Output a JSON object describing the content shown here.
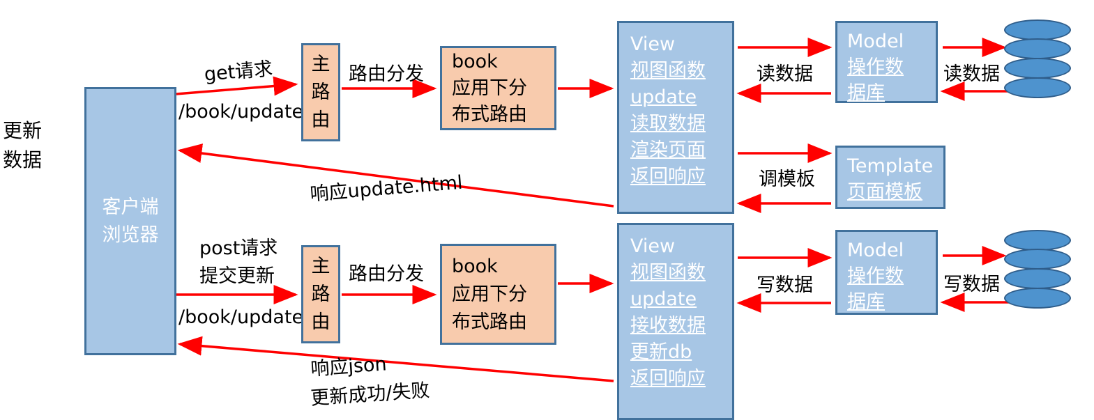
{
  "diagram": {
    "title_free_text": "更新数据",
    "colors": {
      "box_blue_fill": "#A7C6E5",
      "box_orange_fill": "#F8CBAD",
      "box_border": "#41719C",
      "arrow_red": "#FF0000",
      "db_fill": "#4E93CE",
      "db_border": "#2F5D8A",
      "white_text": "#FFFFFF",
      "black_text": "#000000"
    },
    "left_note": {
      "line1": "更新",
      "line2": "数据"
    },
    "client": {
      "line1": "客户端",
      "line2": "浏览器"
    },
    "top_flow": {
      "request_label": "get请求",
      "request_path": "/book/update",
      "router": {
        "line1": "主",
        "line2": "路",
        "line3": "由"
      },
      "dispatch_label": "路由分发",
      "app": {
        "line1": "book",
        "line2": "应用下分",
        "line3": "布式路由"
      },
      "view": {
        "line1": "View",
        "line2": "视图函数",
        "line3": "update",
        "line4": "读取数据",
        "line5": "渲染页面",
        "line6": "返回响应"
      },
      "model_label": "读数据",
      "model": {
        "line1": "Model",
        "line2": "操作数",
        "line3": "据库"
      },
      "db_label": "读数据",
      "template_label": "调模板",
      "template": {
        "line1": "Template",
        "line2": "页面模板"
      },
      "response_label": "响应update.html"
    },
    "bottom_flow": {
      "request_label_1": "post请求",
      "request_label_2": "提交更新",
      "request_path": "/book/update",
      "router": {
        "line1": "主",
        "line2": "路",
        "line3": "由"
      },
      "dispatch_label": "路由分发",
      "app": {
        "line1": "book",
        "line2": "应用下分",
        "line3": "布式路由"
      },
      "view": {
        "line1": "View",
        "line2": "视图函数",
        "line3": "update",
        "line4": "接收数据",
        "line5": "更新db",
        "line6": "返回响应"
      },
      "model_label": "写数据",
      "model": {
        "line1": "Model",
        "line2": "操作数",
        "line3": "据库"
      },
      "db_label": "写数据",
      "response_label_1": "响应json",
      "response_label_2": "更新成功/失败"
    }
  }
}
